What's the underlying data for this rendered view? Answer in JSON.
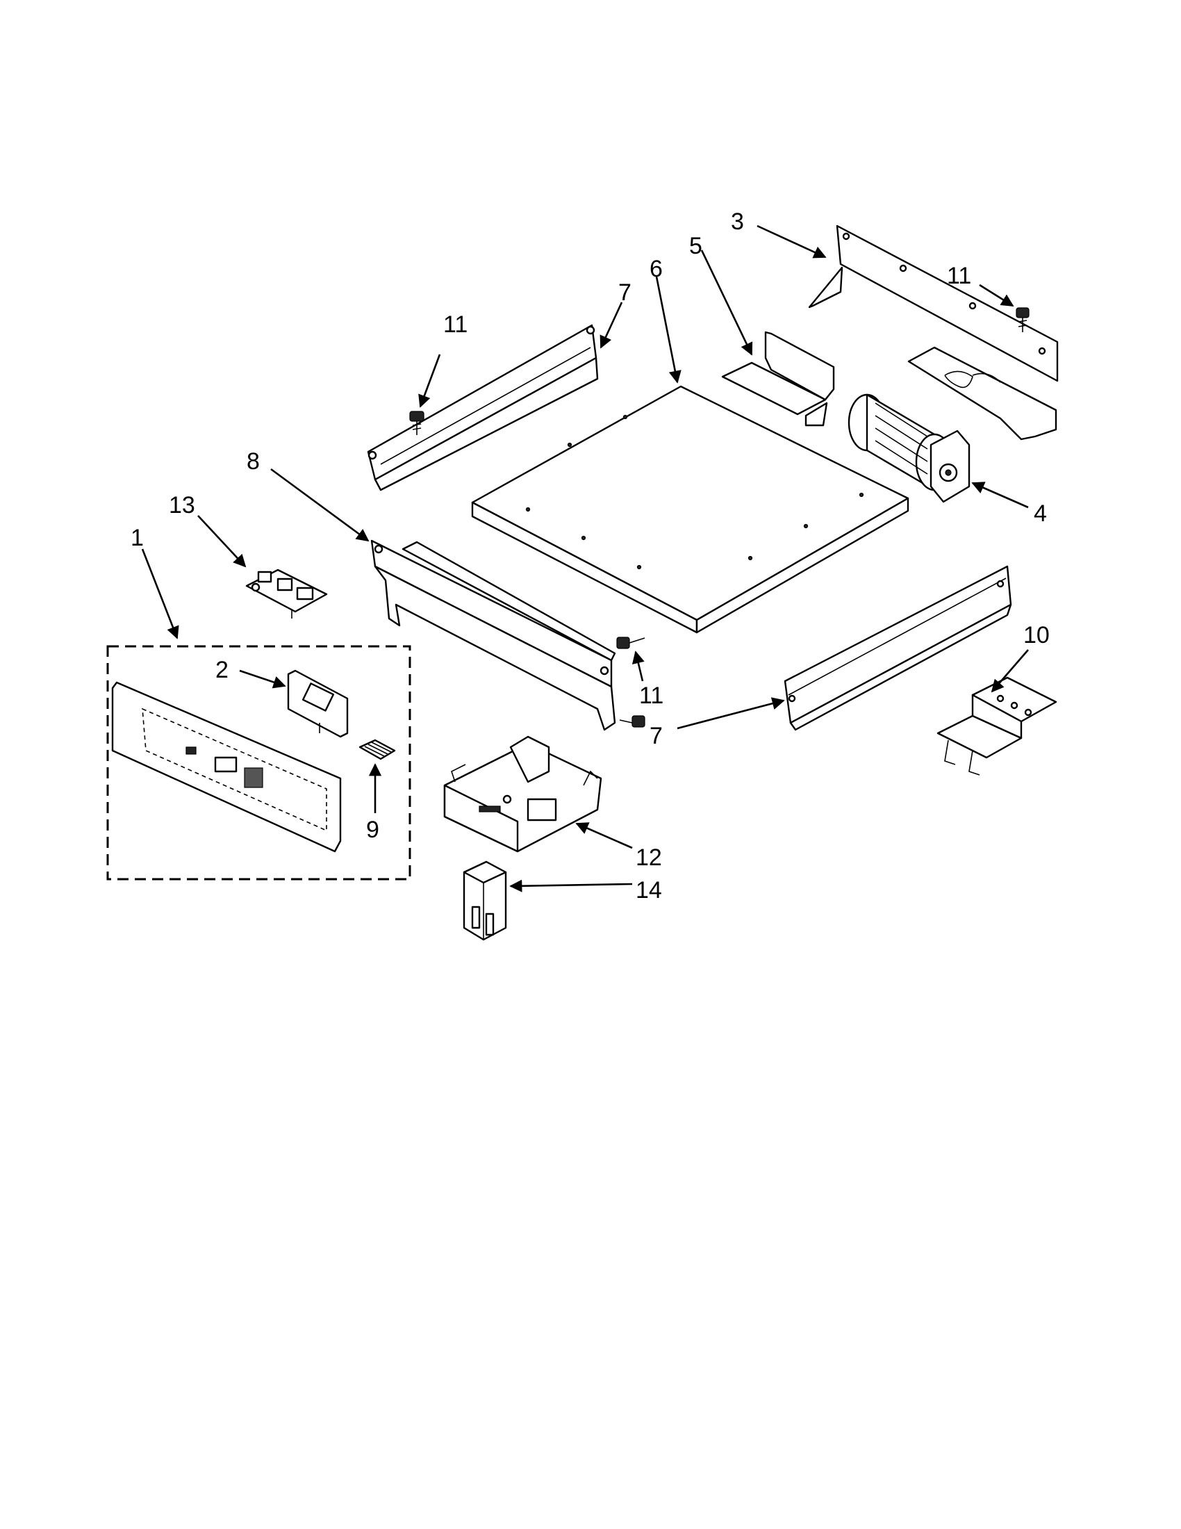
{
  "callouts": [
    {
      "id": "c1",
      "label": "1"
    },
    {
      "id": "c2",
      "label": "2"
    },
    {
      "id": "c3",
      "label": "3"
    },
    {
      "id": "c4",
      "label": "4"
    },
    {
      "id": "c5",
      "label": "5"
    },
    {
      "id": "c6",
      "label": "6"
    },
    {
      "id": "c7a",
      "label": "7"
    },
    {
      "id": "c7b",
      "label": "7"
    },
    {
      "id": "c8",
      "label": "8"
    },
    {
      "id": "c9",
      "label": "9"
    },
    {
      "id": "c10",
      "label": "10"
    },
    {
      "id": "c11a",
      "label": "11"
    },
    {
      "id": "c11b",
      "label": "11"
    },
    {
      "id": "c11c",
      "label": "11"
    },
    {
      "id": "c12",
      "label": "12"
    },
    {
      "id": "c13",
      "label": "13"
    },
    {
      "id": "c14",
      "label": "14"
    }
  ]
}
